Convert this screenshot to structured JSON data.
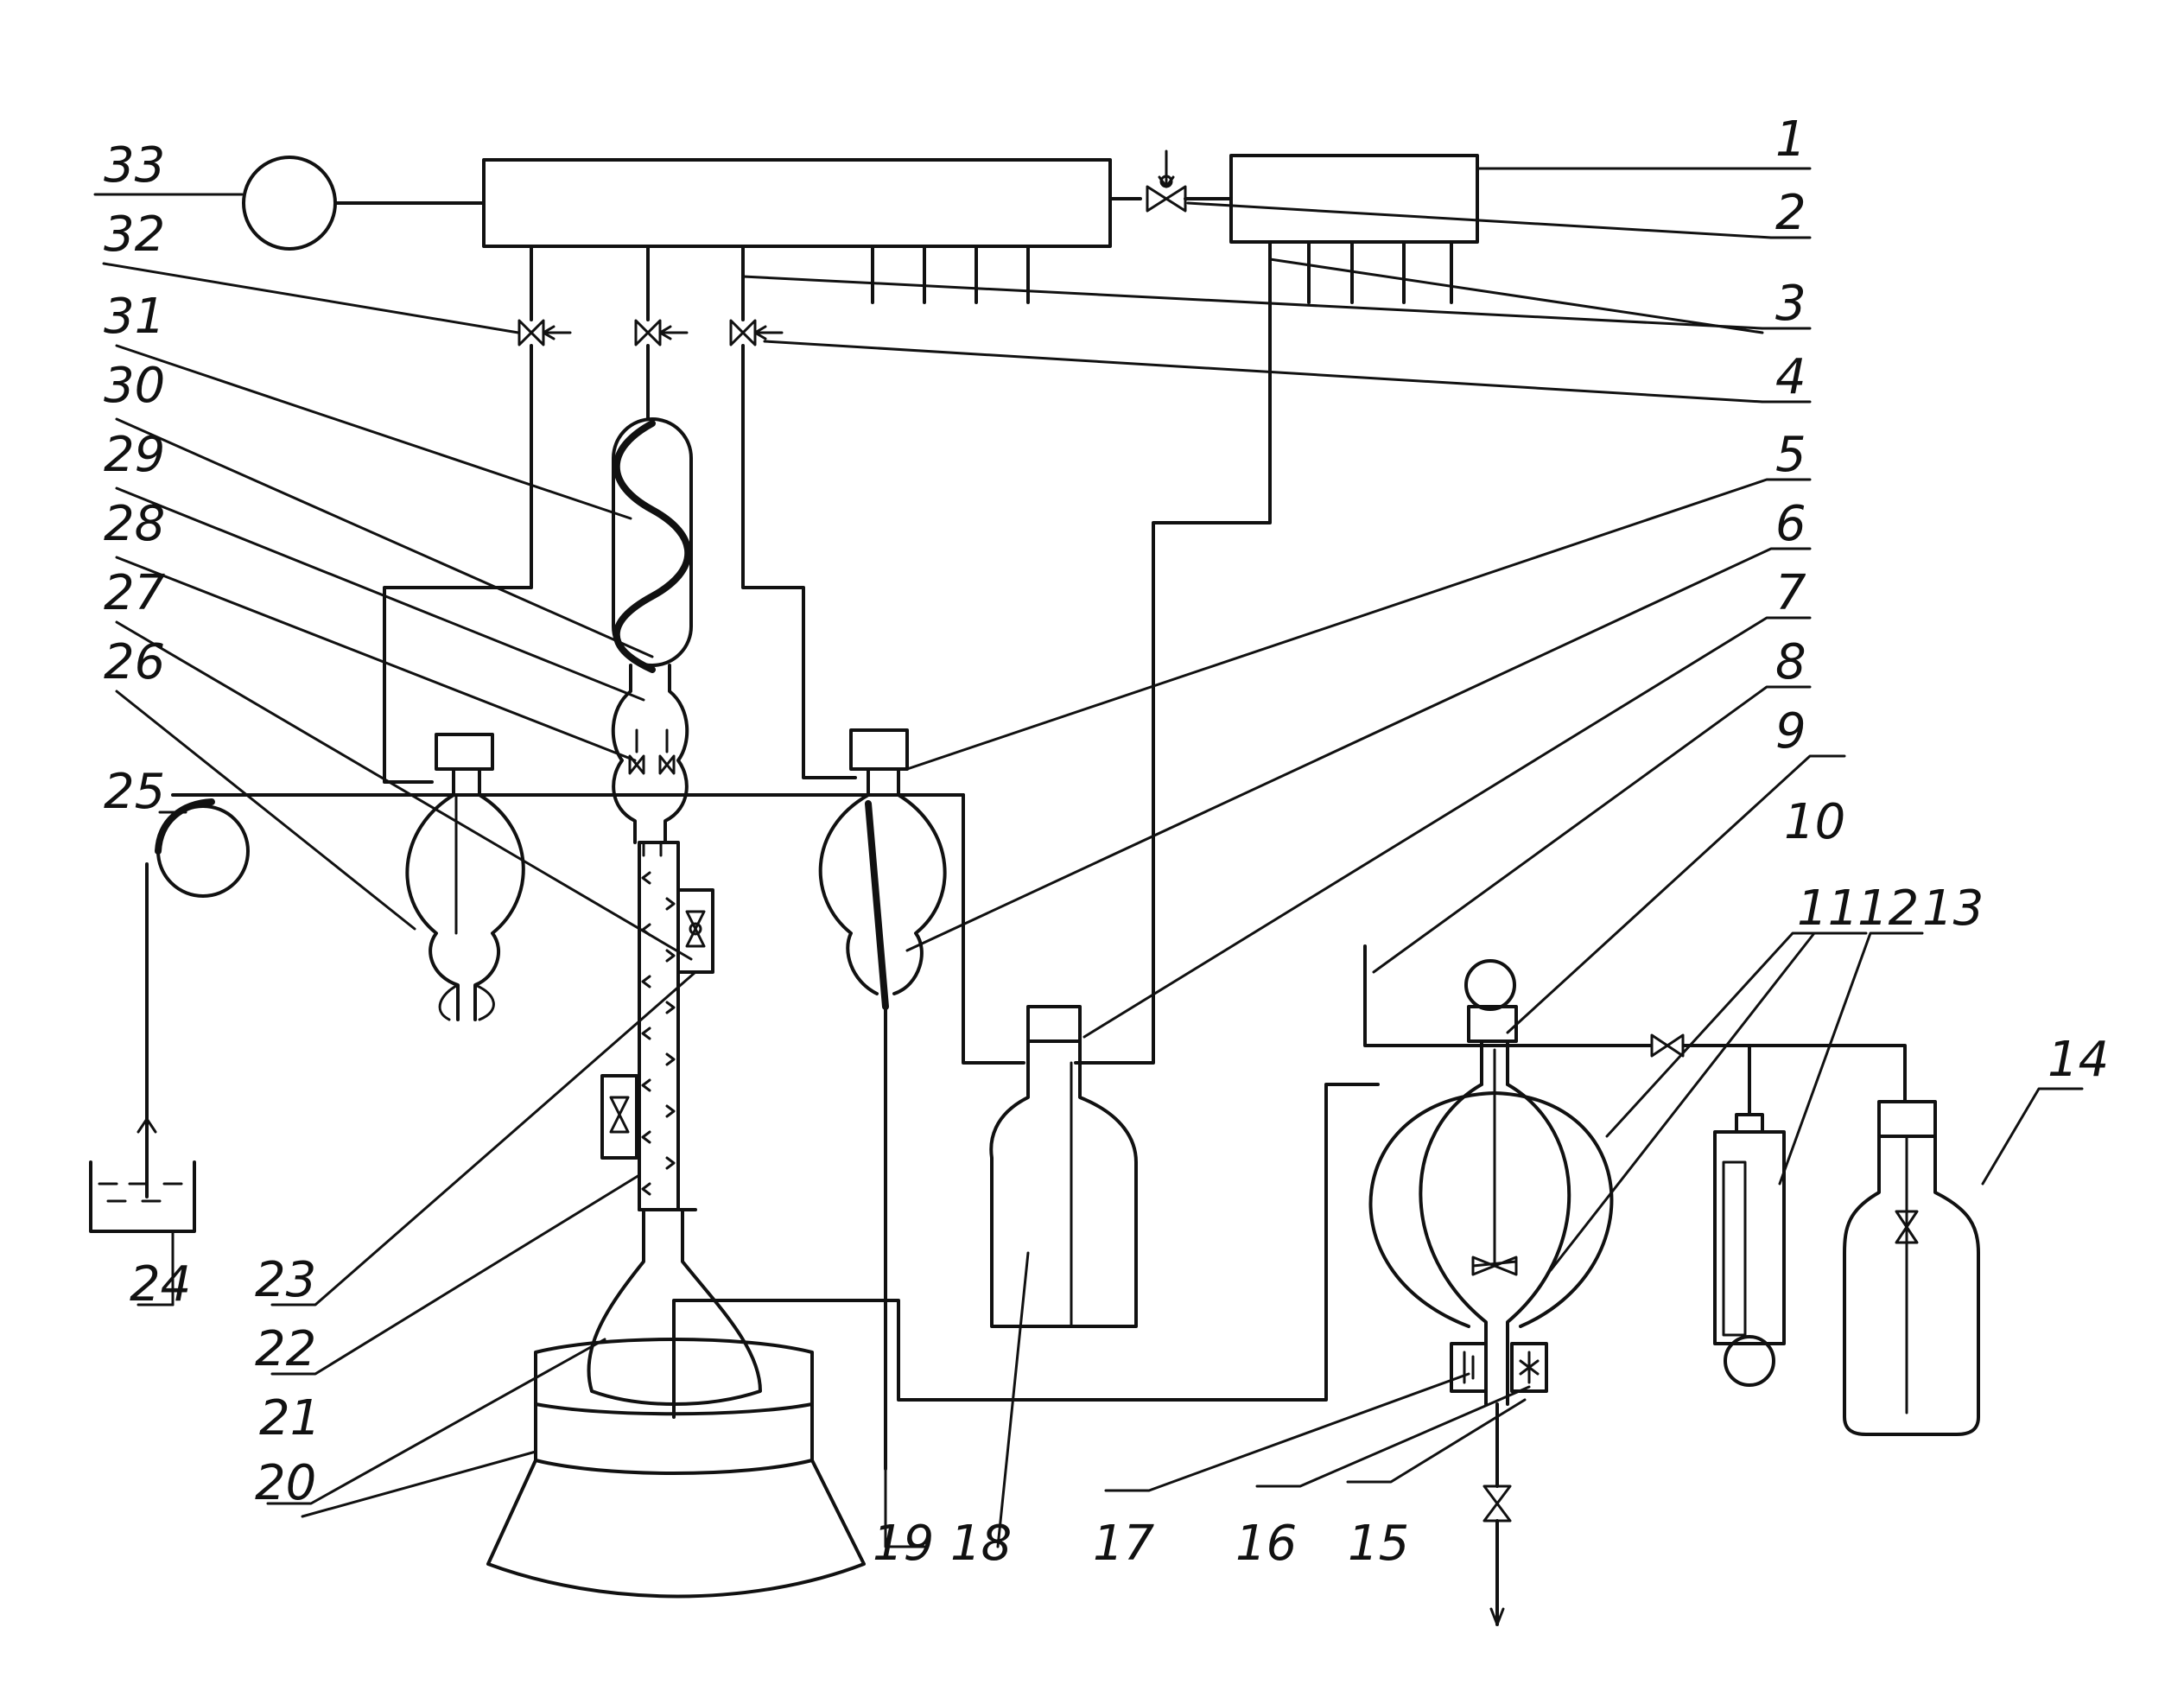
{
  "diagram": {
    "callout_numbers": [
      "1",
      "2",
      "3",
      "4",
      "5",
      "6",
      "7",
      "8",
      "9",
      "10",
      "11",
      "12",
      "13",
      "14",
      "15",
      "16",
      "17",
      "18",
      "19",
      "20",
      "21",
      "22",
      "23",
      "24",
      "25",
      "26",
      "27",
      "28",
      "29",
      "30",
      "31",
      "32",
      "33"
    ]
  },
  "colors": {
    "ink": "#111111",
    "background": "#ffffff"
  }
}
